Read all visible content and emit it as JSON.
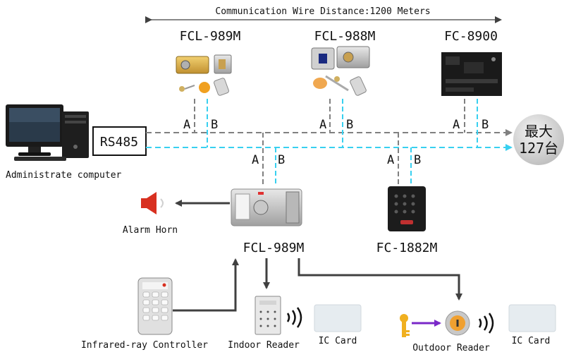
{
  "header": {
    "distance_label": "Communication Wire Distance:1200 Meters"
  },
  "bus": {
    "rs485_label": "RS485",
    "max_label_line1": "最大",
    "max_label_line2": "127台",
    "a_label": "A",
    "b_label": "B",
    "line_a_color": "#808080",
    "line_b_color": "#38d0f0"
  },
  "devices": {
    "top": [
      {
        "name": "FCL-989M"
      },
      {
        "name": "FCL-988M"
      },
      {
        "name": "FC-8900"
      }
    ],
    "middle_lock": {
      "name": "FCL-989M"
    },
    "middle_reader": {
      "name": "FC-1882M"
    }
  },
  "peripherals": {
    "admin_computer": "Administrate computer",
    "alarm_horn": "Alarm Horn",
    "ir_controller": "Infrared-ray Controller",
    "indoor_reader": "Indoor Reader",
    "ic_card_1": "IC Card",
    "outdoor_reader": "Outdoor Reader",
    "ic_card_2": "IC Card"
  },
  "icons": [
    "computer-icon",
    "electric-lock-icon",
    "keys-icon",
    "remote-icon",
    "controller-board-icon",
    "alarm-horn-icon",
    "card-reader-icon",
    "key-icon",
    "wireless-icon",
    "ic-card-icon"
  ],
  "colors": {
    "arrow": "#404040",
    "key_arrow": "#7a28c8",
    "horn_red": "#d83020"
  }
}
